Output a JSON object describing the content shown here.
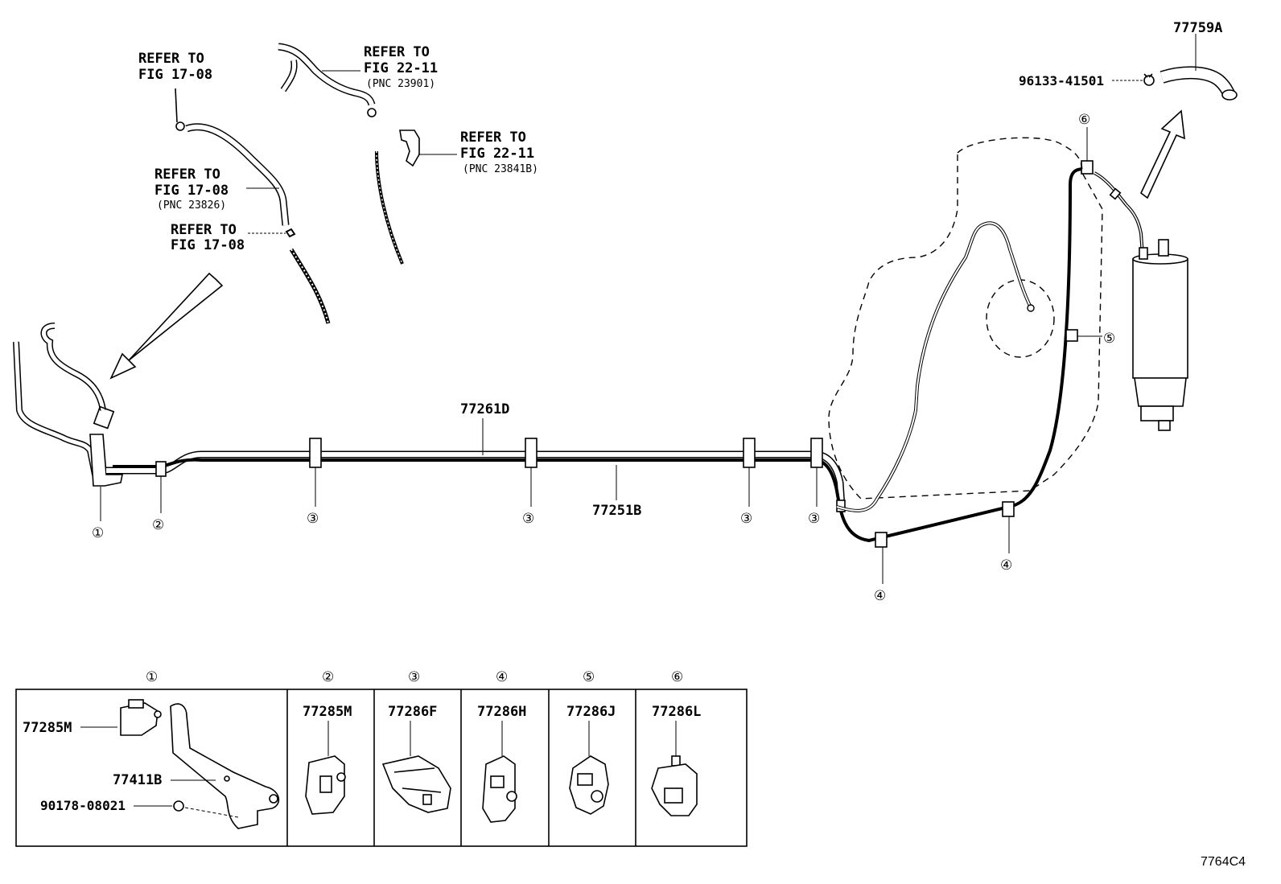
{
  "refs": {
    "ref1": {
      "line1": "REFER TO",
      "line2": "FIG 17-08"
    },
    "ref2": {
      "line1": "REFER TO",
      "line2": "FIG 22-11",
      "line3": "(PNC 23901)"
    },
    "ref3": {
      "line1": "REFER TO",
      "line2": "FIG 22-11",
      "line3": "(PNC 23841B)"
    },
    "ref4": {
      "line1": "REFER TO",
      "line2": "FIG 17-08",
      "line3": "(PNC 23826)"
    },
    "ref5": {
      "line1": "REFER TO",
      "line2": "FIG 17-08"
    }
  },
  "parts": {
    "top_right_hose": "77759A",
    "top_right_clamp": "96133-41501",
    "upper_tube": "77261D",
    "lower_tube": "77251B"
  },
  "callouts": {
    "c1": "①",
    "c2": "②",
    "c3": "③",
    "c4": "④",
    "c5": "⑤",
    "c6": "⑥"
  },
  "legend": {
    "sections": [
      {
        "marker": "①",
        "parts": [
          "77285M",
          "77411B",
          "90178-08021"
        ]
      },
      {
        "marker": "②",
        "parts": [
          "77285M"
        ]
      },
      {
        "marker": "③",
        "parts": [
          "77286F"
        ]
      },
      {
        "marker": "④",
        "parts": [
          "77286H"
        ]
      },
      {
        "marker": "⑤",
        "parts": [
          "77286J"
        ]
      },
      {
        "marker": "⑥",
        "parts": [
          "77286L"
        ]
      }
    ]
  },
  "figure_code": "7764C4"
}
